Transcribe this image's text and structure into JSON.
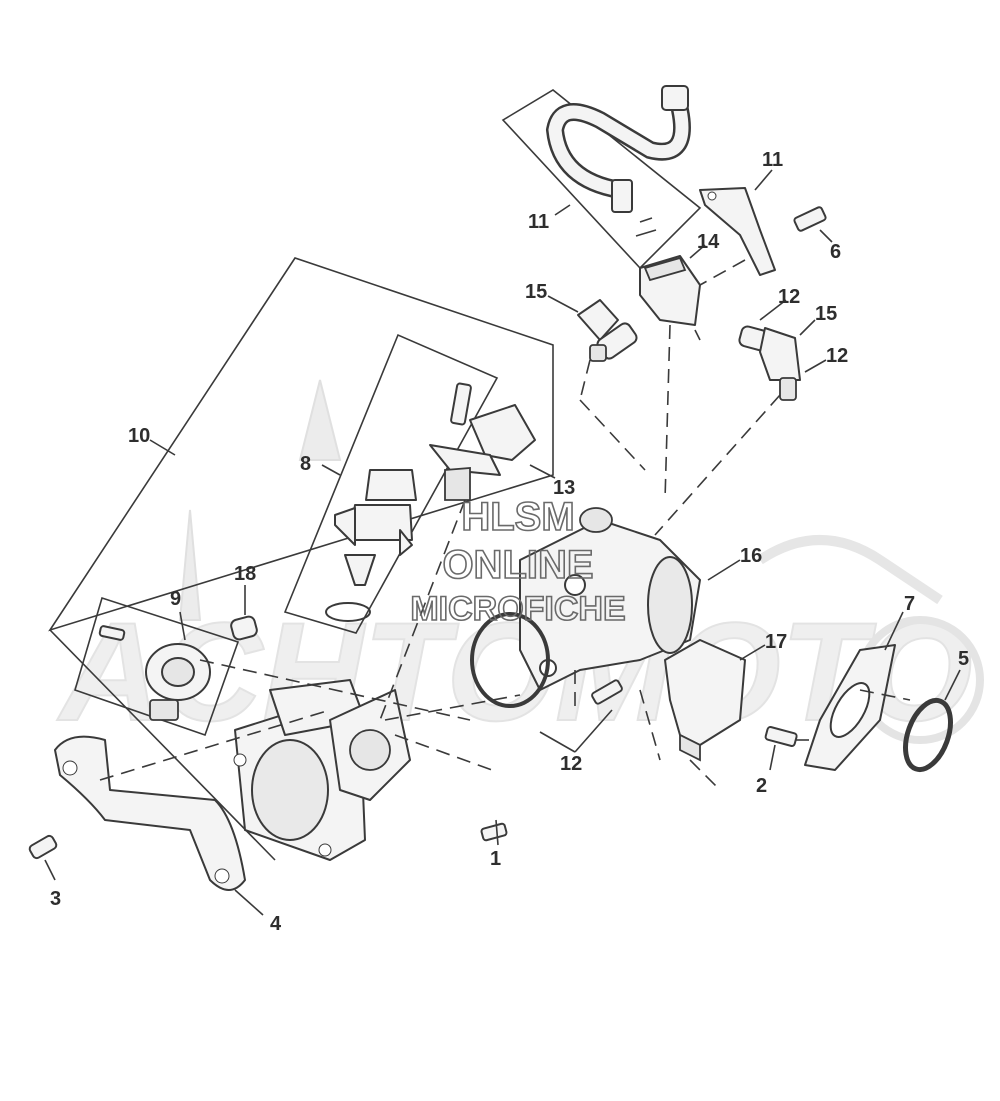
{
  "watermark": {
    "line1": "HLSM",
    "line2": "ONLINE",
    "line3": "MICROFICHE",
    "background_brand": "ACHTOMOTO"
  },
  "callouts": [
    {
      "id": "c1",
      "label": "1"
    },
    {
      "id": "c2",
      "label": "2"
    },
    {
      "id": "c3",
      "label": "3"
    },
    {
      "id": "c4",
      "label": "4"
    },
    {
      "id": "c5",
      "label": "5"
    },
    {
      "id": "c6",
      "label": "6"
    },
    {
      "id": "c7",
      "label": "7"
    },
    {
      "id": "c8",
      "label": "8"
    },
    {
      "id": "c9",
      "label": "9"
    },
    {
      "id": "c10",
      "label": "10"
    },
    {
      "id": "c11a",
      "label": "11"
    },
    {
      "id": "c11b",
      "label": "11"
    },
    {
      "id": "c12a",
      "label": "12"
    },
    {
      "id": "c12b",
      "label": "12"
    },
    {
      "id": "c12c",
      "label": "12"
    },
    {
      "id": "c13",
      "label": "13"
    },
    {
      "id": "c14",
      "label": "14"
    },
    {
      "id": "c15a",
      "label": "15"
    },
    {
      "id": "c15b",
      "label": "15"
    },
    {
      "id": "c16",
      "label": "16"
    },
    {
      "id": "c17",
      "label": "17"
    },
    {
      "id": "c18",
      "label": "18"
    }
  ],
  "colors": {
    "line": "#3a3a3a",
    "part_fill": "#f4f4f4",
    "watermark": "#6a6a6a"
  }
}
